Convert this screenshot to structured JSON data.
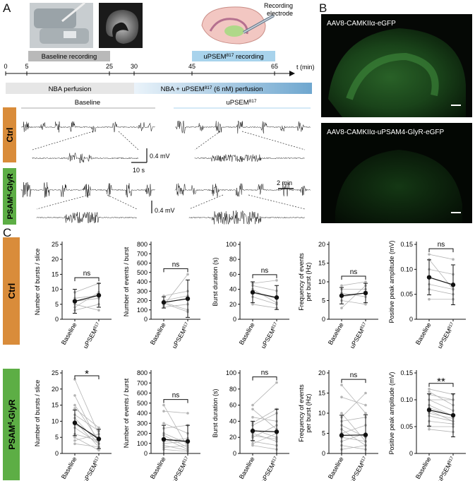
{
  "panels": {
    "a": "A",
    "b": "B",
    "c": "C"
  },
  "panelA": {
    "electrode_label": [
      "Recording",
      "electrode"
    ],
    "baseline_recording": "Baseline recording",
    "upsem_recording": "uPSEM817 recording",
    "timeline_ticks": [
      "0",
      "5",
      "25",
      "30",
      "45",
      "65"
    ],
    "timeline_unit": "t (min)",
    "perfusion1": "NBA perfusion",
    "perfusion2": "NBA + uPSEM817 (6 nM) perfusion",
    "col_baseline": "Baseline",
    "col_upsem": "uPSEM817",
    "row_ctrl": "Ctrl",
    "row_psam": "PSAM4-GlyR",
    "scale_mv1": "0.4 mV",
    "scale_s": "10 s",
    "scale_min": "2 min",
    "scale_mv2": "0.4 mV"
  },
  "panelB": {
    "top_label": "AAV8-CAMKIIα-eGFP",
    "bottom_label": "AAV8-CAMKIIα-uPSAM4-GlyR-eGFP"
  },
  "panelC": {
    "xcats": [
      "Baseline",
      "uPSEM817"
    ],
    "row_labels": [
      "Ctrl",
      "PSAM4-GlyR"
    ],
    "colors": {
      "ctrl": "#d98c3a",
      "psam": "#5dae45",
      "mean": "#111111",
      "individual": "#b4b4b4"
    },
    "chart_data": [
      {
        "type": "line",
        "row": "Ctrl",
        "ylabel": "Number of bursts / slice",
        "ylim": [
          0,
          25
        ],
        "yticks": [
          "0",
          "5",
          "10",
          "15",
          "20",
          "25"
        ],
        "mean": [
          6,
          8
        ],
        "err": [
          4,
          4
        ],
        "sig": "ns",
        "lines": [
          [
            6,
            7
          ],
          [
            5,
            3
          ],
          [
            4,
            9
          ],
          [
            9,
            12
          ],
          [
            3,
            5
          ],
          [
            7,
            8
          ]
        ]
      },
      {
        "type": "line",
        "row": "Ctrl",
        "ylabel": "Number of events / burst",
        "ylim": [
          0,
          800
        ],
        "yticks": [
          "0",
          "100",
          "200",
          "300",
          "400",
          "500",
          "600",
          "700",
          "800"
        ],
        "mean": [
          180,
          220
        ],
        "err": [
          60,
          200
        ],
        "sig": "ns",
        "lines": [
          [
            150,
            480
          ],
          [
            200,
            250
          ],
          [
            180,
            100
          ],
          [
            250,
            300
          ],
          [
            130,
            160
          ],
          [
            170,
            80
          ]
        ]
      },
      {
        "type": "line",
        "row": "Ctrl",
        "ylabel": "Burst duration (s)",
        "ylim": [
          0,
          100
        ],
        "yticks": [
          "0",
          "20",
          "40",
          "60",
          "80",
          "100"
        ],
        "mean": [
          36,
          29
        ],
        "err": [
          14,
          16
        ],
        "sig": "ns",
        "lines": [
          [
            48,
            52
          ],
          [
            30,
            20
          ],
          [
            20,
            15
          ],
          [
            45,
            38
          ],
          [
            35,
            28
          ],
          [
            40,
            22
          ]
        ]
      },
      {
        "type": "line",
        "row": "Ctrl",
        "ylabel": "Frequency of events per burst (Hz)",
        "ylim": [
          0,
          20
        ],
        "yticks": [
          "0",
          "5",
          "10",
          "15",
          "20"
        ],
        "mean": [
          6.3,
          7
        ],
        "err": [
          2.2,
          2.6
        ],
        "sig": "ns",
        "lines": [
          [
            3,
            9
          ],
          [
            5,
            4
          ],
          [
            7,
            6
          ],
          [
            8,
            8
          ],
          [
            6,
            7
          ],
          [
            9,
            10
          ]
        ]
      },
      {
        "type": "line",
        "row": "Ctrl",
        "ylabel": "Positive peak amplitude (mV)",
        "ylim": [
          0,
          0.15
        ],
        "yticks": [
          "0",
          "0.05",
          "0.10",
          "0.15"
        ],
        "mean": [
          0.084,
          0.069
        ],
        "err": [
          0.035,
          0.04
        ],
        "sig": "ns",
        "lines": [
          [
            0.13,
            0.12
          ],
          [
            0.12,
            0.06
          ],
          [
            0.1,
            0.09
          ],
          [
            0.07,
            0.06
          ],
          [
            0.06,
            0.05
          ],
          [
            0.04,
            0.04
          ]
        ]
      },
      {
        "type": "line",
        "row": "PSAM4-GlyR",
        "ylabel": "Number of bursts / slice",
        "ylim": [
          0,
          25
        ],
        "yticks": [
          "0",
          "5",
          "10",
          "15",
          "20",
          "25"
        ],
        "mean": [
          9.5,
          4.5
        ],
        "err": [
          4,
          3
        ],
        "sig": "*",
        "lines": [
          [
            23,
            6
          ],
          [
            18,
            3
          ],
          [
            15,
            4
          ],
          [
            12,
            7
          ],
          [
            10,
            2
          ],
          [
            9,
            5
          ],
          [
            8,
            3
          ],
          [
            6,
            4
          ],
          [
            5,
            1
          ],
          [
            4,
            6
          ],
          [
            3,
            2
          ],
          [
            14,
            8
          ],
          [
            11,
            3
          ]
        ]
      },
      {
        "type": "line",
        "row": "PSAM4-GlyR",
        "ylabel": "Number of events / burst",
        "ylim": [
          0,
          800
        ],
        "yticks": [
          "0",
          "100",
          "200",
          "300",
          "400",
          "500",
          "600",
          "700",
          "800"
        ],
        "mean": [
          140,
          120
        ],
        "err": [
          140,
          160
        ],
        "sig": "ns",
        "lines": [
          [
            480,
            60
          ],
          [
            420,
            400
          ],
          [
            300,
            200
          ],
          [
            250,
            280
          ],
          [
            200,
            100
          ],
          [
            150,
            40
          ],
          [
            100,
            120
          ],
          [
            80,
            30
          ],
          [
            60,
            80
          ],
          [
            40,
            20
          ],
          [
            120,
            150
          ],
          [
            180,
            60
          ]
        ]
      },
      {
        "type": "line",
        "row": "PSAM4-GlyR",
        "ylabel": "Burst duration (s)",
        "ylim": [
          0,
          100
        ],
        "yticks": [
          "0",
          "20",
          "40",
          "60",
          "80",
          "100"
        ],
        "mean": [
          28,
          27
        ],
        "err": [
          12,
          28
        ],
        "sig": "ns",
        "lines": [
          [
            60,
            88
          ],
          [
            55,
            30
          ],
          [
            45,
            40
          ],
          [
            38,
            55
          ],
          [
            30,
            20
          ],
          [
            25,
            15
          ],
          [
            20,
            35
          ],
          [
            15,
            10
          ],
          [
            12,
            25
          ],
          [
            10,
            5
          ],
          [
            35,
            50
          ],
          [
            22,
            18
          ]
        ]
      },
      {
        "type": "line",
        "row": "PSAM4-GlyR",
        "ylabel": "Frequency of events per burst (Hz)",
        "ylim": [
          0,
          20
        ],
        "yticks": [
          "0",
          "5",
          "10",
          "15",
          "20"
        ],
        "mean": [
          4.5,
          4.6
        ],
        "err": [
          5,
          5
        ],
        "sig": "ns",
        "lines": [
          [
            17,
            10
          ],
          [
            14,
            12
          ],
          [
            10,
            3
          ],
          [
            8,
            9
          ],
          [
            6,
            2
          ],
          [
            5,
            7
          ],
          [
            4,
            3
          ],
          [
            3,
            5
          ],
          [
            2,
            1
          ],
          [
            1,
            2
          ],
          [
            9,
            15
          ],
          [
            7,
            4
          ]
        ]
      },
      {
        "type": "line",
        "row": "PSAM4-GlyR",
        "ylabel": "Positive peak amplitude (mV)",
        "ylim": [
          0,
          0.15
        ],
        "yticks": [
          "0",
          "0.05",
          "0.10",
          "0.15"
        ],
        "mean": [
          0.081,
          0.071
        ],
        "err": [
          0.03,
          0.04
        ],
        "sig": "**",
        "lines": [
          [
            0.12,
            0.11
          ],
          [
            0.115,
            0.09
          ],
          [
            0.11,
            0.1
          ],
          [
            0.1,
            0.08
          ],
          [
            0.09,
            0.07
          ],
          [
            0.08,
            0.06
          ],
          [
            0.075,
            0.065
          ],
          [
            0.07,
            0.06
          ],
          [
            0.06,
            0.055
          ],
          [
            0.05,
            0.05
          ],
          [
            0.045,
            0.04
          ],
          [
            0.1,
            0.1
          ],
          [
            0.085,
            0.07
          ]
        ]
      }
    ]
  }
}
